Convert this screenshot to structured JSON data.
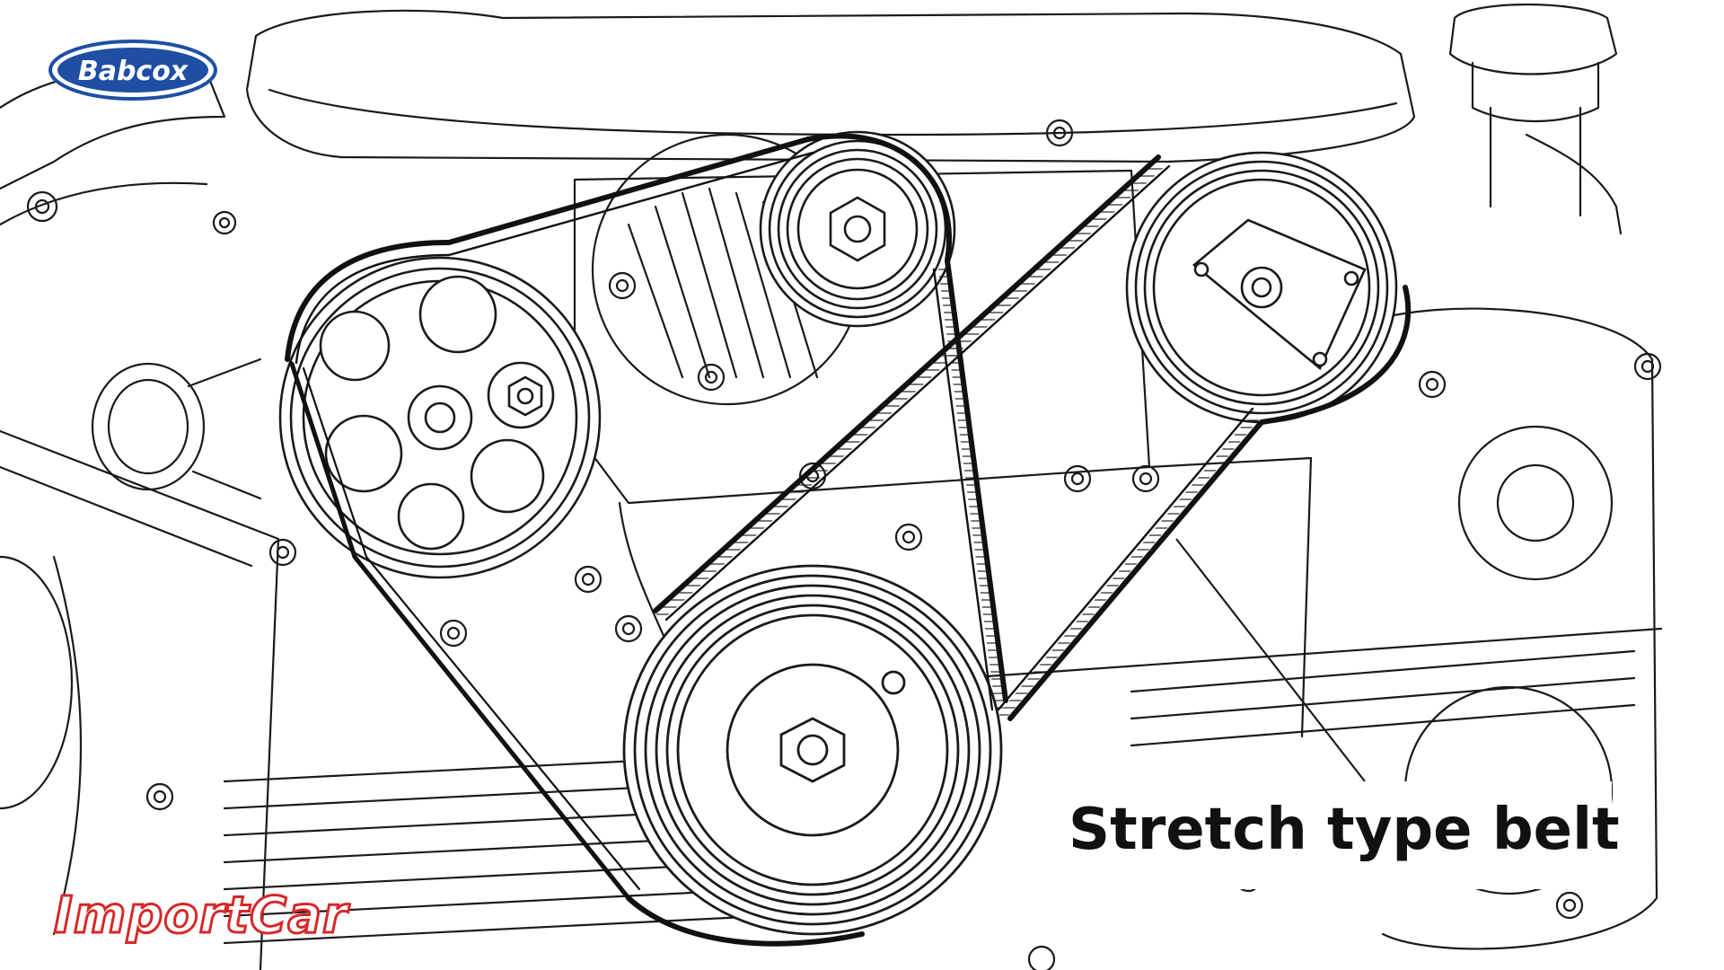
{
  "brand": {
    "logo_top": "Babcox",
    "logo_bottom": "ImportCar",
    "logo_top_color": "#1f4fa3",
    "logo_bottom_color": "#d62828"
  },
  "diagram": {
    "callout_label": "Stretch type belt",
    "components": [
      "alternator-pulley",
      "water-pump-pulley",
      "ac-compressor-pulley",
      "crankshaft-pulley",
      "stretch-belt",
      "timing-cover"
    ],
    "line_color": "#1a1a1a"
  }
}
